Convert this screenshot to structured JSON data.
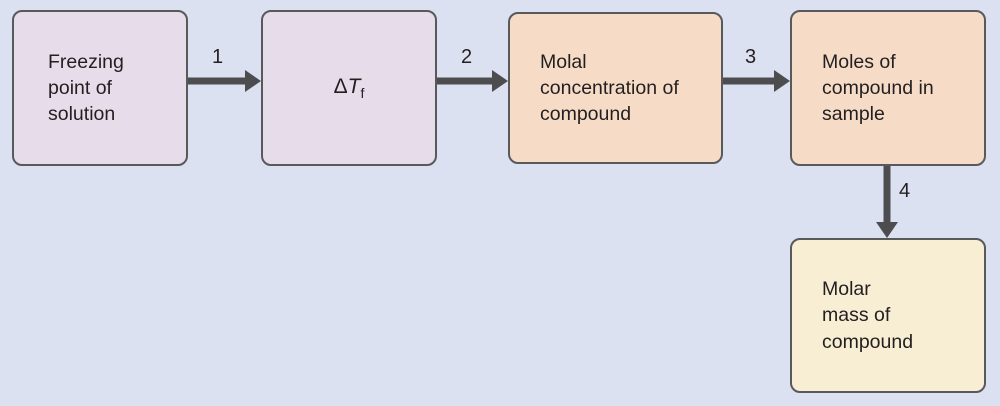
{
  "diagram": {
    "type": "flowchart",
    "nodes": [
      {
        "id": "freezing-point",
        "label": "Freezing point of solution",
        "fill": "#e7dcea"
      },
      {
        "id": "delta-tf",
        "delta": "Δ",
        "symbol": "T",
        "subscript": "f",
        "fill": "#e7dcea"
      },
      {
        "id": "molal-concentration",
        "label": "Molal concentration of compound",
        "fill": "#f6dcc7"
      },
      {
        "id": "moles-of-compound",
        "label": "Moles of compound in sample",
        "fill": "#f6dcc7"
      },
      {
        "id": "molar-mass",
        "label": "Molar mass of compound",
        "fill": "#f7eed3"
      }
    ],
    "arrows": [
      {
        "label": "1",
        "from": "freezing-point",
        "to": "delta-tf",
        "direction": "right"
      },
      {
        "label": "2",
        "from": "delta-tf",
        "to": "molal-concentration",
        "direction": "right"
      },
      {
        "label": "3",
        "from": "molal-concentration",
        "to": "moles-of-compound",
        "direction": "right"
      },
      {
        "label": "4",
        "from": "moles-of-compound",
        "to": "molar-mass",
        "direction": "down"
      }
    ],
    "colors": {
      "background": "#dce1f2",
      "node_border": "#58595b",
      "arrow": "#4d4d4f",
      "text": "#231f20"
    }
  }
}
